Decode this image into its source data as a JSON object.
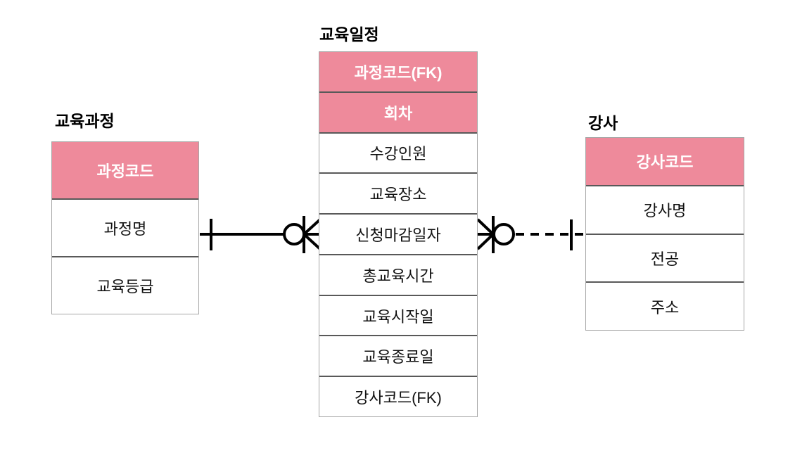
{
  "diagram": {
    "type": "entity-relationship-diagram",
    "notation": "crow-foot",
    "entities": [
      {
        "title": "교육과정",
        "rows": [
          {
            "label": "과정코드",
            "key": true
          },
          {
            "label": "과정명",
            "key": false
          },
          {
            "label": "교육등급",
            "key": false
          }
        ]
      },
      {
        "title": "교육일정",
        "rows": [
          {
            "label": "과정코드(FK)",
            "key": true
          },
          {
            "label": "회차",
            "key": true
          },
          {
            "label": "수강인원",
            "key": false
          },
          {
            "label": "교육장소",
            "key": false
          },
          {
            "label": "신청마감일자",
            "key": false
          },
          {
            "label": "총교육시간",
            "key": false
          },
          {
            "label": "교육시작일",
            "key": false
          },
          {
            "label": "교육종료일",
            "key": false
          },
          {
            "label": "강사코드(FK)",
            "key": false
          }
        ]
      },
      {
        "title": "강사",
        "rows": [
          {
            "label": "강사코드",
            "key": true
          },
          {
            "label": "강사명",
            "key": false
          },
          {
            "label": "전공",
            "key": false
          },
          {
            "label": "주소",
            "key": false
          }
        ]
      }
    ],
    "relationships": [
      {
        "from": "교육과정",
        "to": "교육일정",
        "line": "solid",
        "type": "identifying",
        "from_cardinality": "one",
        "to_cardinality": "zero-or-many"
      },
      {
        "from": "교육일정",
        "to": "강사",
        "line": "dashed",
        "type": "non-identifying",
        "from_cardinality": "zero-or-many",
        "to_cardinality": "one"
      }
    ],
    "colors": {
      "key_row_bg": "#ee8a9b",
      "key_row_text": "#ffffff",
      "row_text": "#111111",
      "outer_border": "#a6a6a6",
      "row_border": "#595959",
      "connector": "#000000",
      "canvas_bg": "#ffffff"
    }
  }
}
